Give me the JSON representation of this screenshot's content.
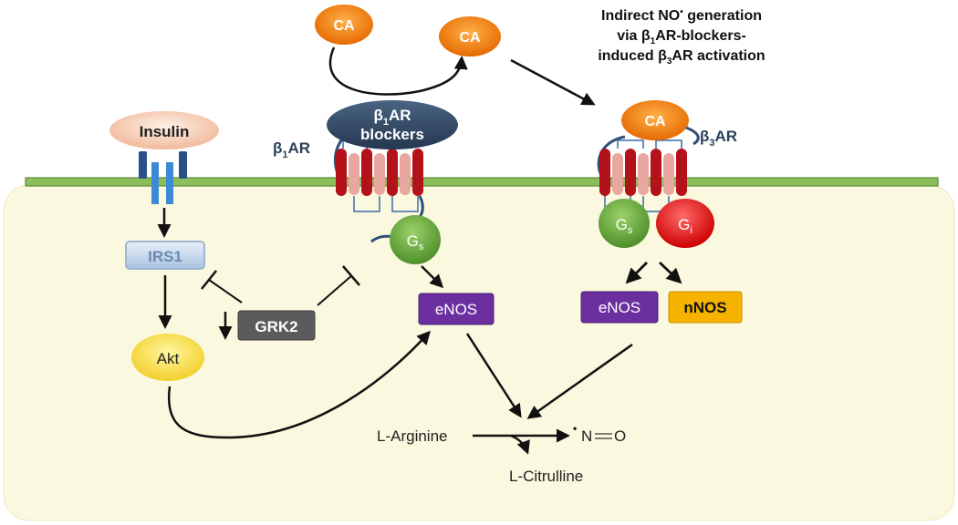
{
  "title": {
    "line1_prefix": "Indirect NO",
    "line1_sup": "•",
    "line1_suffix": " generation",
    "line2_prefix": "via β",
    "line2_sub": "1",
    "line2_suffix": "AR-blockers-",
    "line3_prefix": "induced β",
    "line3_sub": "3",
    "line3_suffix": "AR activation"
  },
  "labels": {
    "ca": "CA",
    "insulin": "Insulin",
    "irs1": "IRS1",
    "akt": "Akt",
    "grk2": "GRK2",
    "beta1_receptor": {
      "prefix": "β",
      "sub": "1",
      "suffix": "AR"
    },
    "beta3_receptor": {
      "prefix": "β",
      "sub": "3",
      "suffix": "AR"
    },
    "blockers_line1": {
      "prefix": "β",
      "sub": "1",
      "suffix": "AR"
    },
    "blockers_line2": "blockers",
    "gs": {
      "main": "G",
      "sub": "s"
    },
    "gi": {
      "main": "G",
      "sub": "i"
    },
    "enos": "eNOS",
    "nnos": "nNOS",
    "l_arginine": "L-Arginine",
    "l_citrulline": "L-Citrulline",
    "no_n": "N",
    "no_o": "O",
    "no_dot": "•"
  },
  "colors": {
    "membrane": "#7aa84f",
    "cytoplasm": "#faf8de",
    "ca": "#f07a10",
    "gs": "#6aae3e",
    "gi": "#e51c1c",
    "enos": "#6b2fa0",
    "nnos": "#f5b300",
    "grk2": "#555555",
    "receptor_red": "#b3121b",
    "receptor_pink": "#e8a8a0",
    "blocker": "#2f4560",
    "insulin_receptor": "#2a6fb0"
  }
}
